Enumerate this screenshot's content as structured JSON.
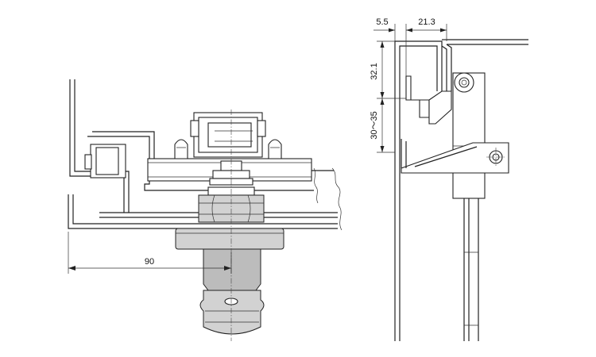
{
  "dimensions": {
    "horizontal_left": "90",
    "top_left": "5.5",
    "top_right": "21.3",
    "vertical_upper": "32.1",
    "vertical_lower": "30～35"
  }
}
